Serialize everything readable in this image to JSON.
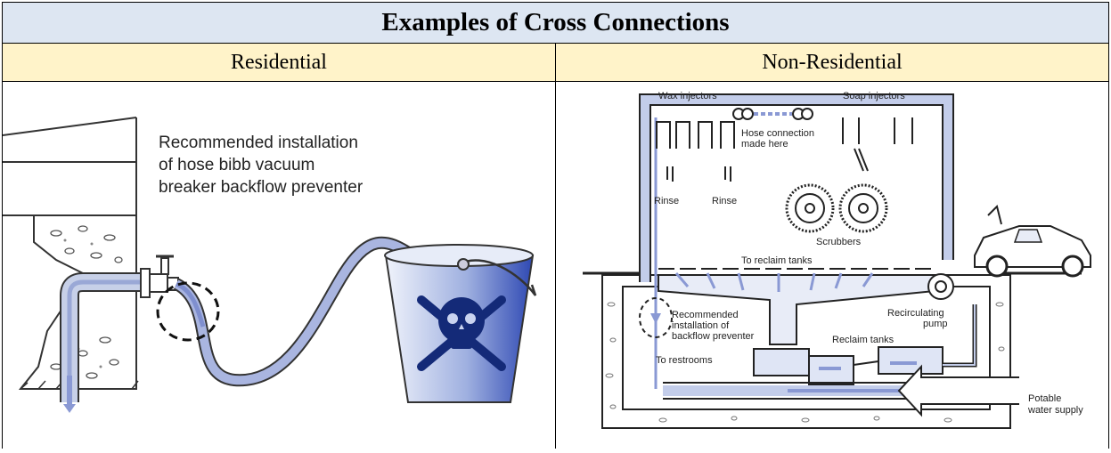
{
  "title": "Examples of Cross Connections",
  "columns": {
    "residential": "Residential",
    "non_residential": "Non-Residential"
  },
  "residential": {
    "caption_lines": [
      "Recommended installation",
      "of hose bibb vacuum",
      "breaker backflow preventer"
    ]
  },
  "non_residential": {
    "wax_injectors": "Wax injectors",
    "soap_injectors": "Soap injectors",
    "hose_connection": [
      "Hose connection",
      "made here"
    ],
    "rinse_left": "Rinse",
    "rinse_right": "Rinse",
    "scrubbers": "Scrubbers",
    "to_reclaim_tanks": "To reclaim tanks",
    "recommended": [
      "Recommended",
      "installation of",
      "backflow preventer"
    ],
    "recirculating_pump": [
      "Recirculating",
      "pump"
    ],
    "reclaim_tanks": "Reclaim tanks",
    "to_restrooms": "To restrooms",
    "potable_water": [
      "Potable",
      "water supply"
    ]
  }
}
